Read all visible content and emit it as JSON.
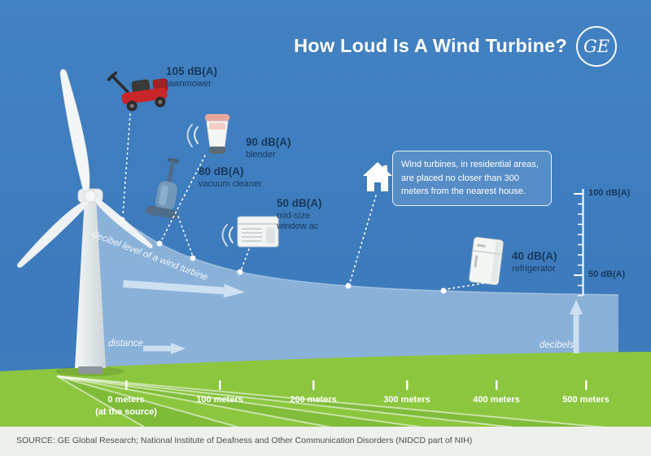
{
  "header": {
    "title": "How Loud Is A Wind Turbine?",
    "logo_text": "GE"
  },
  "items": [
    {
      "db": "105 dB(A)",
      "name": "lawnmower"
    },
    {
      "db": "90 dB(A)",
      "name": "blender"
    },
    {
      "db": "80 dB(A)",
      "name": "vacuum cleaner"
    },
    {
      "db": "50 dB(A)",
      "name": "mid-size window ac"
    },
    {
      "db": "40 dB(A)",
      "name": "refrigerator"
    }
  ],
  "callout": {
    "text": "Wind turbines, in residential areas, are placed no closer than 300 meters from the nearest house."
  },
  "axes": {
    "curve_label": "decibel level of a wind turbine",
    "x_label": "distance",
    "y_label": "decibels",
    "y_ticks": [
      "100 dB(A)",
      "50 dB(A)"
    ],
    "x_ticks": [
      {
        "label": "0 meters",
        "sublabel": "(at the source)"
      },
      {
        "label": "100 meters",
        "sublabel": ""
      },
      {
        "label": "200 meters",
        "sublabel": ""
      },
      {
        "label": "300 meters",
        "sublabel": ""
      },
      {
        "label": "400 meters",
        "sublabel": ""
      },
      {
        "label": "500 meters",
        "sublabel": ""
      }
    ]
  },
  "source": "SOURCE: GE Global Research; National Institute of Deafness and Other Communication Disorders (NIDCD part of NIH)",
  "colors": {
    "sky": "#3d7cbd",
    "grass": "#8cc63e",
    "grass_dark": "#74b233",
    "navy_text": "#16395c",
    "curve_fill": "#d6e8f6",
    "mower_red": "#c9252b",
    "strip": "#eef0ec"
  },
  "chart_data": {
    "type": "area",
    "title": "How Loud Is A Wind Turbine?",
    "xlabel": "distance",
    "ylabel": "decibels",
    "x_ticks": [
      "0 meters (at the source)",
      "100 meters",
      "200 meters",
      "300 meters",
      "400 meters",
      "500 meters"
    ],
    "y_tick_labels": [
      "100 dB(A)",
      "50 dB(A)"
    ],
    "x_range_meters": [
      0,
      500
    ],
    "y_range_dba": [
      0,
      110
    ],
    "grid": false,
    "legend_position": "none",
    "series": [
      {
        "name": "decibel level of a wind turbine",
        "x_meters": [
          0,
          35,
          70,
          120,
          200,
          240,
          340,
          400,
          500
        ],
        "y_dba": [
          105,
          90,
          80,
          50,
          46,
          45,
          40,
          39,
          38
        ]
      }
    ],
    "annotations": [
      {
        "value_dba": 105,
        "label": "lawnmower",
        "at_meters": 0
      },
      {
        "value_dba": 90,
        "label": "blender",
        "at_meters": 35
      },
      {
        "value_dba": 80,
        "label": "vacuum cleaner",
        "at_meters": 70
      },
      {
        "value_dba": 50,
        "label": "mid-size window ac",
        "at_meters": 120
      },
      {
        "value_dba": 40,
        "label": "refrigerator",
        "at_meters": 340
      },
      {
        "note": "Wind turbines, in residential areas, are placed no closer than 300 meters from the nearest house.",
        "at_meters": 240
      }
    ]
  }
}
